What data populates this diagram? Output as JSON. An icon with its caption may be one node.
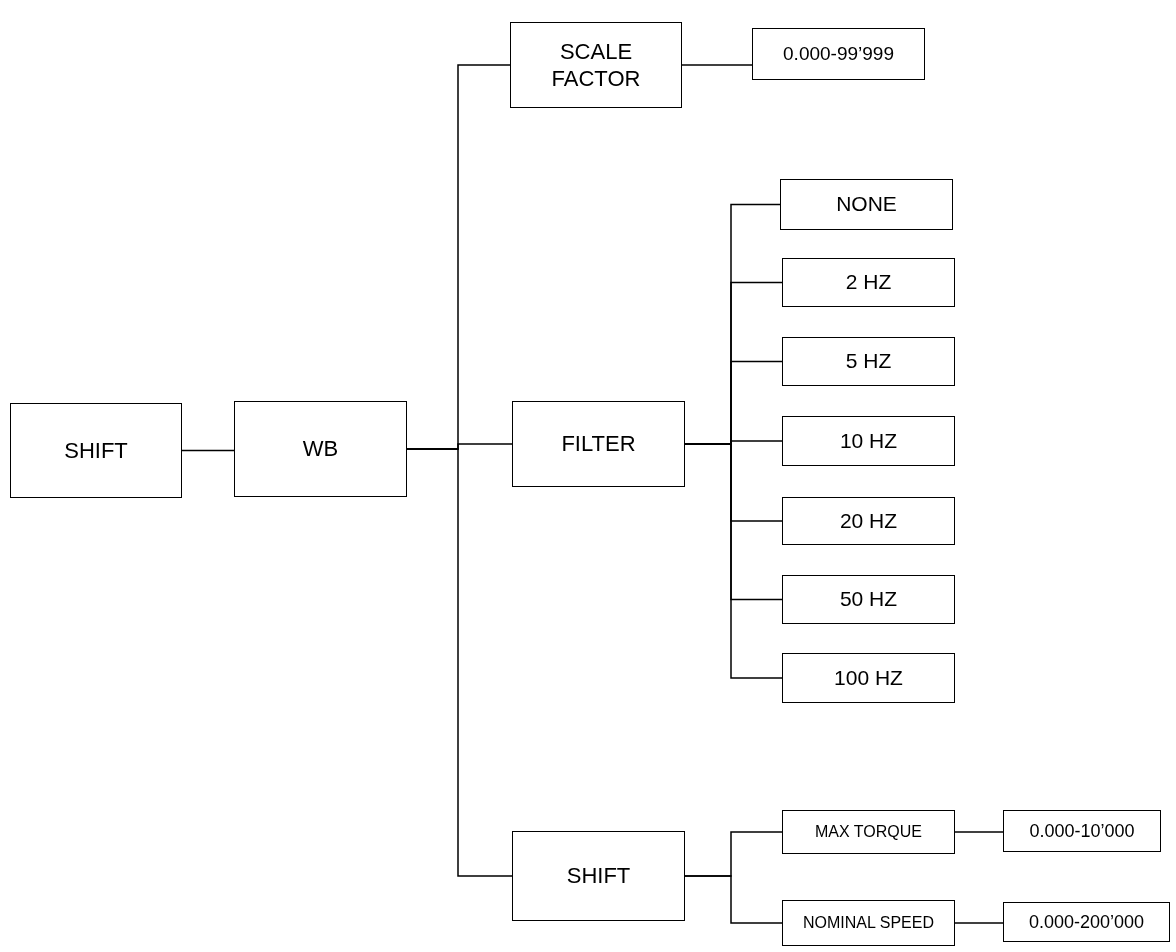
{
  "diagram": {
    "nodes": [
      {
        "text": [
          "SHIFT"
        ]
      },
      {
        "text": [
          "WB"
        ]
      },
      {
        "text": [
          "SCALE FACTOR"
        ]
      },
      {
        "text": [
          "0.000-99’999"
        ]
      },
      {
        "text": [
          "FILTER"
        ]
      },
      {
        "text": [
          "NONE"
        ]
      },
      {
        "text": [
          "2 HZ"
        ]
      },
      {
        "text": [
          "5 HZ"
        ]
      },
      {
        "text": [
          "10 HZ"
        ]
      },
      {
        "text": [
          "20 HZ"
        ]
      },
      {
        "text": [
          "50 HZ"
        ]
      },
      {
        "text": [
          "100 HZ"
        ]
      },
      {
        "text": [
          "SHIFT"
        ]
      },
      {
        "text": [
          "MAX TORQUE"
        ]
      },
      {
        "text": [
          "0.000-10’000"
        ]
      },
      {
        "text": [
          "NOMINAL SPEED"
        ]
      },
      {
        "text": [
          "0.000-200’000"
        ]
      }
    ],
    "edges": [
      {
        "from": 0,
        "to": 1,
        "arrow": "none"
      },
      {
        "from": 1,
        "to": 2,
        "arrow": "none"
      },
      {
        "from": 1,
        "to": 4,
        "arrow": "none"
      },
      {
        "from": 1,
        "to": 12,
        "arrow": "none"
      },
      {
        "from": 2,
        "to": 3,
        "arrow": "none"
      },
      {
        "from": 4,
        "to": 5,
        "arrow": "none"
      },
      {
        "from": 4,
        "to": 6,
        "arrow": "none"
      },
      {
        "from": 4,
        "to": 7,
        "arrow": "none"
      },
      {
        "from": 4,
        "to": 8,
        "arrow": "none"
      },
      {
        "from": 4,
        "to": 9,
        "arrow": "none"
      },
      {
        "from": 4,
        "to": 10,
        "arrow": "none"
      },
      {
        "from": 4,
        "to": 11,
        "arrow": "none"
      },
      {
        "from": 12,
        "to": 13,
        "arrow": "none"
      },
      {
        "from": 12,
        "to": 15,
        "arrow": "none"
      },
      {
        "from": 13,
        "to": 14,
        "arrow": "none"
      },
      {
        "from": 15,
        "to": 16,
        "arrow": "none"
      }
    ]
  }
}
